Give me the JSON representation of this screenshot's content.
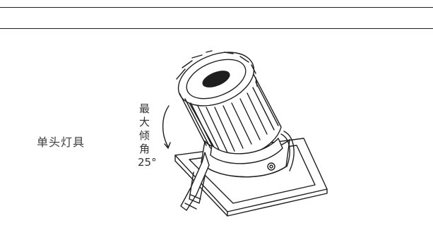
{
  "section": {
    "row_label": "单头灯具"
  },
  "illustration": {
    "name": "single-head-downlight-drawing",
    "tilt_label_chars": [
      "最",
      "大",
      "倾",
      "角"
    ],
    "tilt_angle": "25°"
  },
  "colors": {
    "line": "#1e1e1e",
    "text": "#3d3d3d"
  }
}
